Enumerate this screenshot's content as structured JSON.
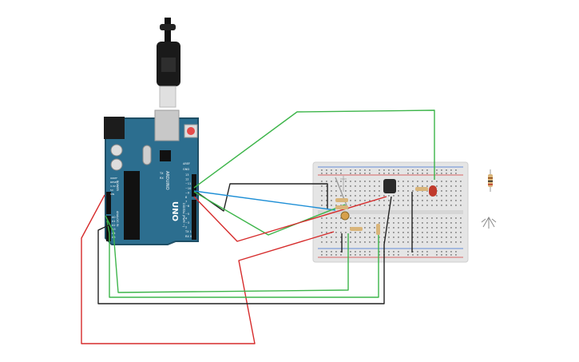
{
  "arduino": {
    "brand": "UNO",
    "logo_text": "ARDUINO",
    "label_digital": "DIGITAL (PWM ~)",
    "label_analog": "ANALOG IN",
    "label_power": "POWER",
    "label_aref": "AREF",
    "label_gnd": "GND",
    "label_tx": "TX",
    "label_rx": "RX",
    "label_ioref": "IOREF",
    "label_reset": "RESET",
    "label_3v3": "3.3V",
    "label_5v": "5V",
    "label_vin": "VIN",
    "digital_pins": [
      "13",
      "12",
      "~11",
      "~10",
      "~9",
      "8",
      "7",
      "~6",
      "~5",
      "4",
      "~3",
      "2",
      "TX 1",
      "RX 0"
    ],
    "analog_pins": [
      "A0",
      "A1",
      "A2",
      "A3",
      "A4",
      "A5"
    ]
  },
  "colors": {
    "board": "#2c6e8f",
    "board_edge": "#1f4f66",
    "breadboard": "#e5e5e5",
    "rail_red": "#d23a3a",
    "rail_blue": "#3a6fd2",
    "wire_green": "#3db54a",
    "wire_red": "#d62b2b",
    "wire_black": "#222222",
    "wire_blue": "#1e8fd6",
    "led": "#c0392b"
  },
  "icons": {
    "usb": "usb-plug-icon",
    "resistor": "resistor-icon",
    "photoresistor": "photoresistor-icon"
  }
}
